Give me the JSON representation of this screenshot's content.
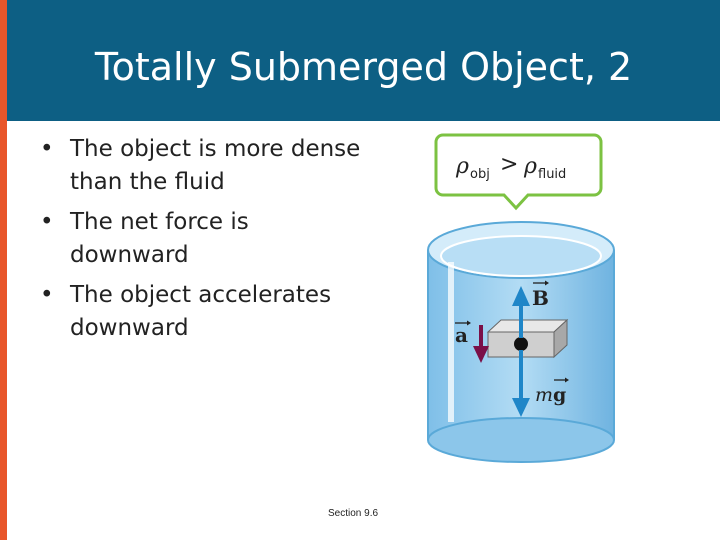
{
  "slide": {
    "title": "Totally Submerged Object, 2",
    "bullets": [
      "The object is more dense than the fluid",
      "The net force is downward",
      "The object accelerates downward"
    ],
    "footer": "Section 9.6"
  },
  "figure": {
    "callout": {
      "rho": "ρ",
      "obj_sub": "obj",
      "relation": ">",
      "fluid_sub": "fluid"
    },
    "labels": {
      "buoyant": "B",
      "accel": "a",
      "weight_m": "m",
      "weight_g": "g"
    }
  },
  "colors": {
    "title_bar": "#0d5f84",
    "accent": "#e8562a",
    "callout_border": "#7cc242",
    "water": "#9fd0ef",
    "force_arrow": "#1f86c8",
    "accel_arrow": "#7a1048"
  }
}
